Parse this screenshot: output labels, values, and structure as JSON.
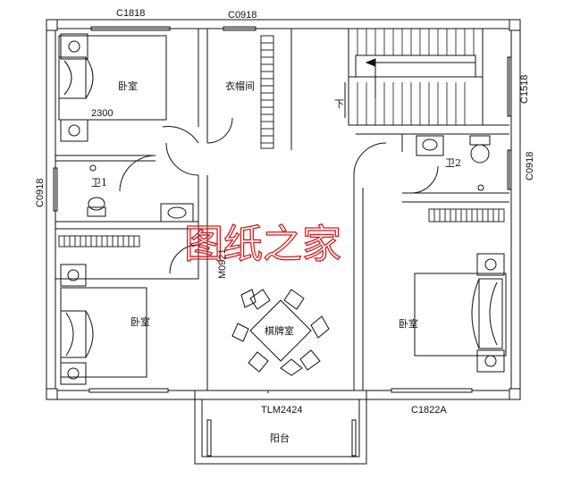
{
  "windows": {
    "top_left": "C1818",
    "top_mid": "C0918",
    "right_upper": "C1518",
    "right_mid": "C0918",
    "left_mid": "C0918",
    "bottom_right": "C1822A",
    "door_mid": "M0921",
    "balcony_door": "TLM2424"
  },
  "rooms": {
    "bedroom_nw": "卧室",
    "closet": "衣帽间",
    "bath_1": "卫1",
    "bath_2": "卫2",
    "bedroom_sw": "卧室",
    "bedroom_e": "卧室",
    "chess_room": "棋牌室",
    "balcony": "阳台"
  },
  "stair": {
    "down_label": "下"
  },
  "dimension": {
    "bed_length": "2300"
  },
  "watermark": "图纸之家",
  "colors": {
    "line": "#111111",
    "watermark": "#d8191c"
  }
}
